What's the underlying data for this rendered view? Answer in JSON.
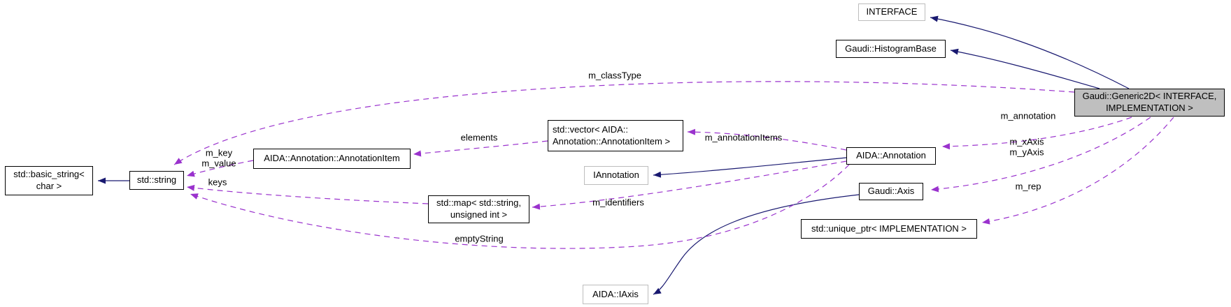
{
  "diagram": {
    "type": "doxygen-collaboration-graph",
    "nodes": [
      {
        "id": "interface",
        "label": "INTERFACE"
      },
      {
        "id": "histogram_base",
        "label": "Gaudi::HistogramBase"
      },
      {
        "id": "generic2d",
        "label": "Gaudi::Generic2D< INTERFACE,\nIMPLEMENTATION >"
      },
      {
        "id": "vector",
        "label": "std::vector< AIDA::\nAnnotation::AnnotationItem >"
      },
      {
        "id": "annotation_item",
        "label": "AIDA::Annotation::AnnotationItem"
      },
      {
        "id": "basic_string",
        "label": "std::basic_string<\nchar >"
      },
      {
        "id": "string",
        "label": "std::string"
      },
      {
        "id": "iannotation",
        "label": "IAnnotation"
      },
      {
        "id": "annotation",
        "label": "AIDA::Annotation"
      },
      {
        "id": "axis",
        "label": "Gaudi::Axis"
      },
      {
        "id": "map",
        "label": "std::map< std::string,\nunsigned int >"
      },
      {
        "id": "unique_ptr",
        "label": "std::unique_ptr< IMPLEMENTATION >"
      },
      {
        "id": "iaxis",
        "label": "AIDA::IAxis"
      }
    ],
    "edge_labels": [
      {
        "id": "m_classType",
        "text": "m_classType"
      },
      {
        "id": "elements",
        "text": "elements"
      },
      {
        "id": "m_annotationItems",
        "text": "m_annotationItems"
      },
      {
        "id": "m_key_m_value",
        "text": "m_key\nm_value"
      },
      {
        "id": "keys",
        "text": "keys"
      },
      {
        "id": "m_identifiers",
        "text": "m_identifiers"
      },
      {
        "id": "emptyString",
        "text": "emptyString"
      },
      {
        "id": "m_annotation",
        "text": "m_annotation"
      },
      {
        "id": "m_xAxis_m_yAxis",
        "text": "m_xAxis\nm_yAxis"
      },
      {
        "id": "m_rep",
        "text": "m_rep"
      }
    ],
    "colors": {
      "inheritance_edge": "#191970",
      "usage_edge": "#9a32cd",
      "current_node_fill": "#bfbfbf",
      "external_node_border": "#bdbdbd",
      "node_border": "#000000",
      "background": "#ffffff"
    }
  }
}
